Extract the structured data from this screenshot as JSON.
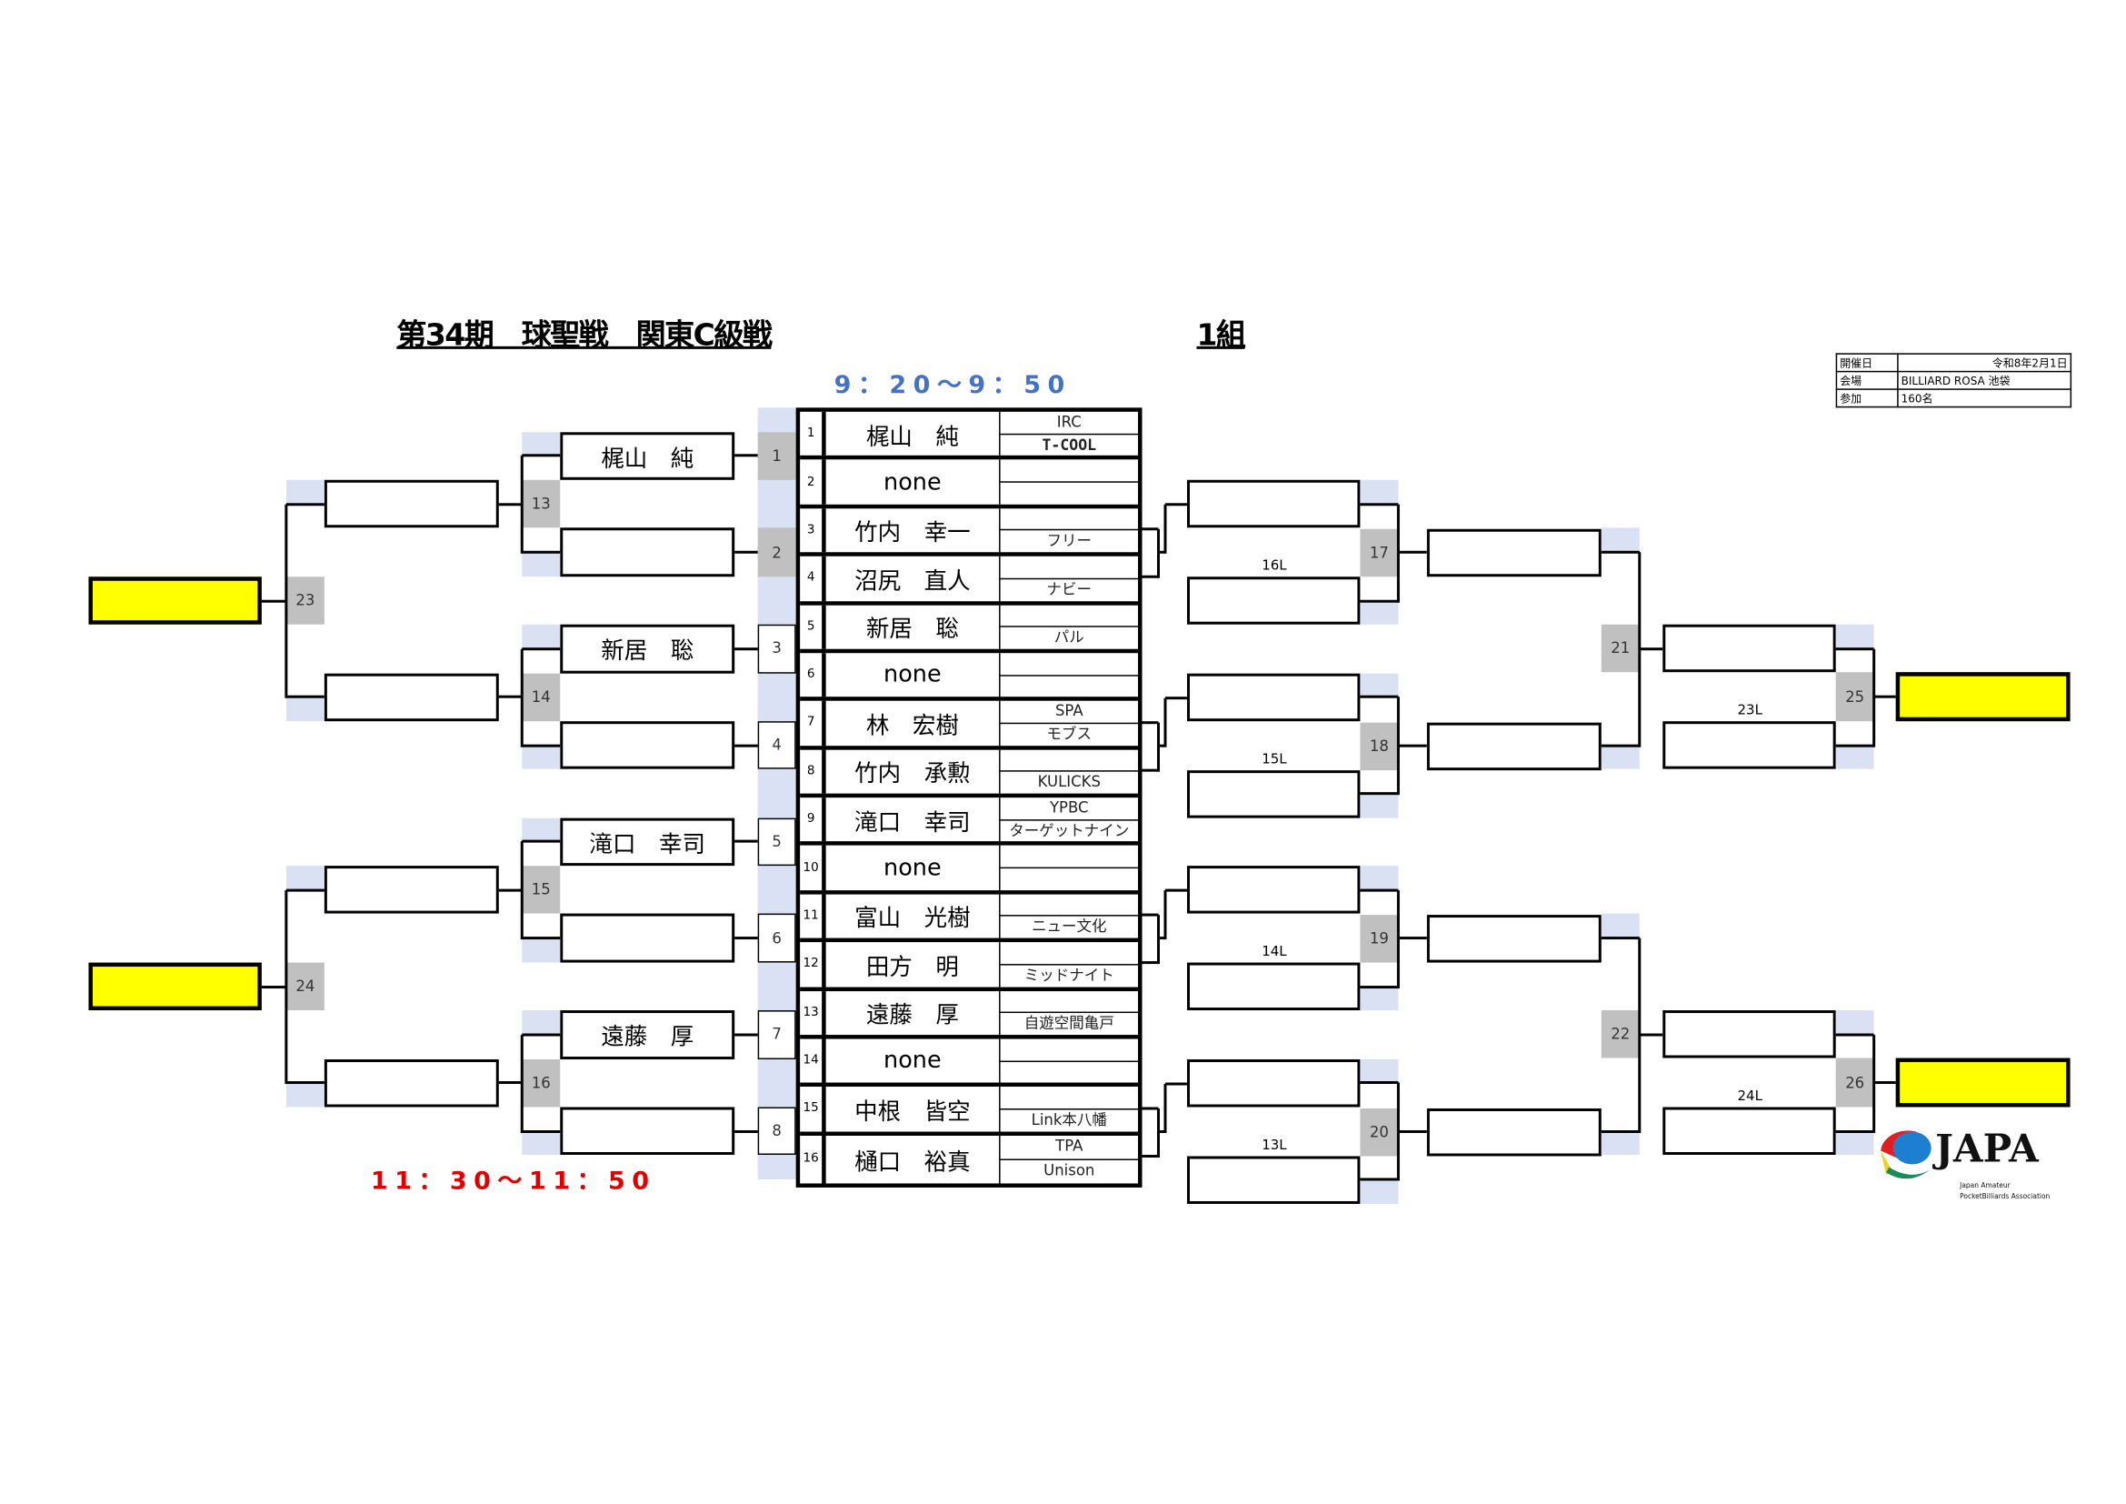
{
  "header": {
    "title": "第34期　球聖戦　関東C級戦",
    "group": "1組",
    "time_first": "9：20〜9：50",
    "time_final": "11：30〜11：50"
  },
  "info": {
    "rows": [
      {
        "label": "開催日",
        "value": "令和8年2月1日"
      },
      {
        "label": "会場",
        "value": "BILLIARD ROSA  池袋"
      },
      {
        "label": "参加",
        "value": "160名"
      }
    ]
  },
  "players": [
    {
      "no": "1",
      "name": "梶山　純",
      "team_top": "IRC",
      "team_bottom": "T-COOL"
    },
    {
      "no": "2",
      "name": "none",
      "team_top": "",
      "team_bottom": ""
    },
    {
      "no": "3",
      "name": "竹内　幸一",
      "team_top": "",
      "team_bottom": "フリー"
    },
    {
      "no": "4",
      "name": "沼尻　直人",
      "team_top": "",
      "team_bottom": "ナビー"
    },
    {
      "no": "5",
      "name": "新居　聡",
      "team_top": "",
      "team_bottom": "パル"
    },
    {
      "no": "6",
      "name": "none",
      "team_top": "",
      "team_bottom": ""
    },
    {
      "no": "7",
      "name": "林　宏樹",
      "team_top": "SPA",
      "team_bottom": "モブス"
    },
    {
      "no": "8",
      "name": "竹内　承勲",
      "team_top": "",
      "team_bottom": "KULICKS"
    },
    {
      "no": "9",
      "name": "滝口　幸司",
      "team_top": "YPBC",
      "team_bottom": "ターゲットナイン"
    },
    {
      "no": "10",
      "name": "none",
      "team_top": "",
      "team_bottom": ""
    },
    {
      "no": "11",
      "name": "富山　光樹",
      "team_top": "",
      "team_bottom": "ニュー文化"
    },
    {
      "no": "12",
      "name": "田方　明",
      "team_top": "",
      "team_bottom": "ミッドナイト"
    },
    {
      "no": "13",
      "name": "遠藤　厚",
      "team_top": "",
      "team_bottom": "自遊空間亀戸"
    },
    {
      "no": "14",
      "name": "none",
      "team_top": "",
      "team_bottom": ""
    },
    {
      "no": "15",
      "name": "中根　皆空",
      "team_top": "",
      "team_bottom": "Link本八幡"
    },
    {
      "no": "16",
      "name": "樋口　裕真",
      "team_top": "TPA",
      "team_bottom": "Unison"
    }
  ],
  "bracket": {
    "round1_matches": [
      "1",
      "2",
      "3",
      "4",
      "5",
      "6",
      "7",
      "8"
    ],
    "round2_names": [
      "梶山　純",
      "",
      "新居　聡",
      "",
      "滝口　幸司",
      "",
      "遠藤　厚",
      ""
    ],
    "round2_matches": [
      "13",
      "14",
      "15",
      "16"
    ],
    "semi_matches": [
      "23",
      "24"
    ],
    "losers_matches": [
      "17",
      "18",
      "19",
      "20"
    ],
    "losers_labels": [
      "16L",
      "15L",
      "14L",
      "13L"
    ],
    "losers_round2_matches": [
      "21",
      "22"
    ],
    "losers_final_labels": [
      "23L",
      "24L"
    ],
    "losers_final_matches": [
      "25",
      "26"
    ]
  },
  "logo": {
    "text": "JAPA",
    "subtitle": "Japan Amateur PocketBilliards Association"
  },
  "colors": {
    "winner_box": "#ffff00",
    "match_gray": "#c0c0c0",
    "strip_blue": "#d9e1f2",
    "time_blue": "#4472c4",
    "time_red": "#e00000"
  }
}
